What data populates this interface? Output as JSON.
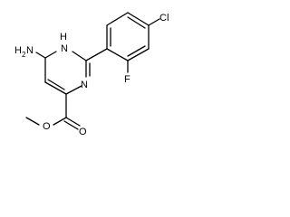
{
  "structure": {
    "labels": {
      "amine": "H2N",
      "amine_prefix": "H",
      "amine_subscript": "2",
      "amine_suffix": "N",
      "ring_nh_h": "H",
      "ring_nh_n": "N",
      "ring_n": "N",
      "chlorine": "Cl",
      "fluorine": "F",
      "carbonyl_o": "O",
      "ester_o": "O"
    }
  }
}
